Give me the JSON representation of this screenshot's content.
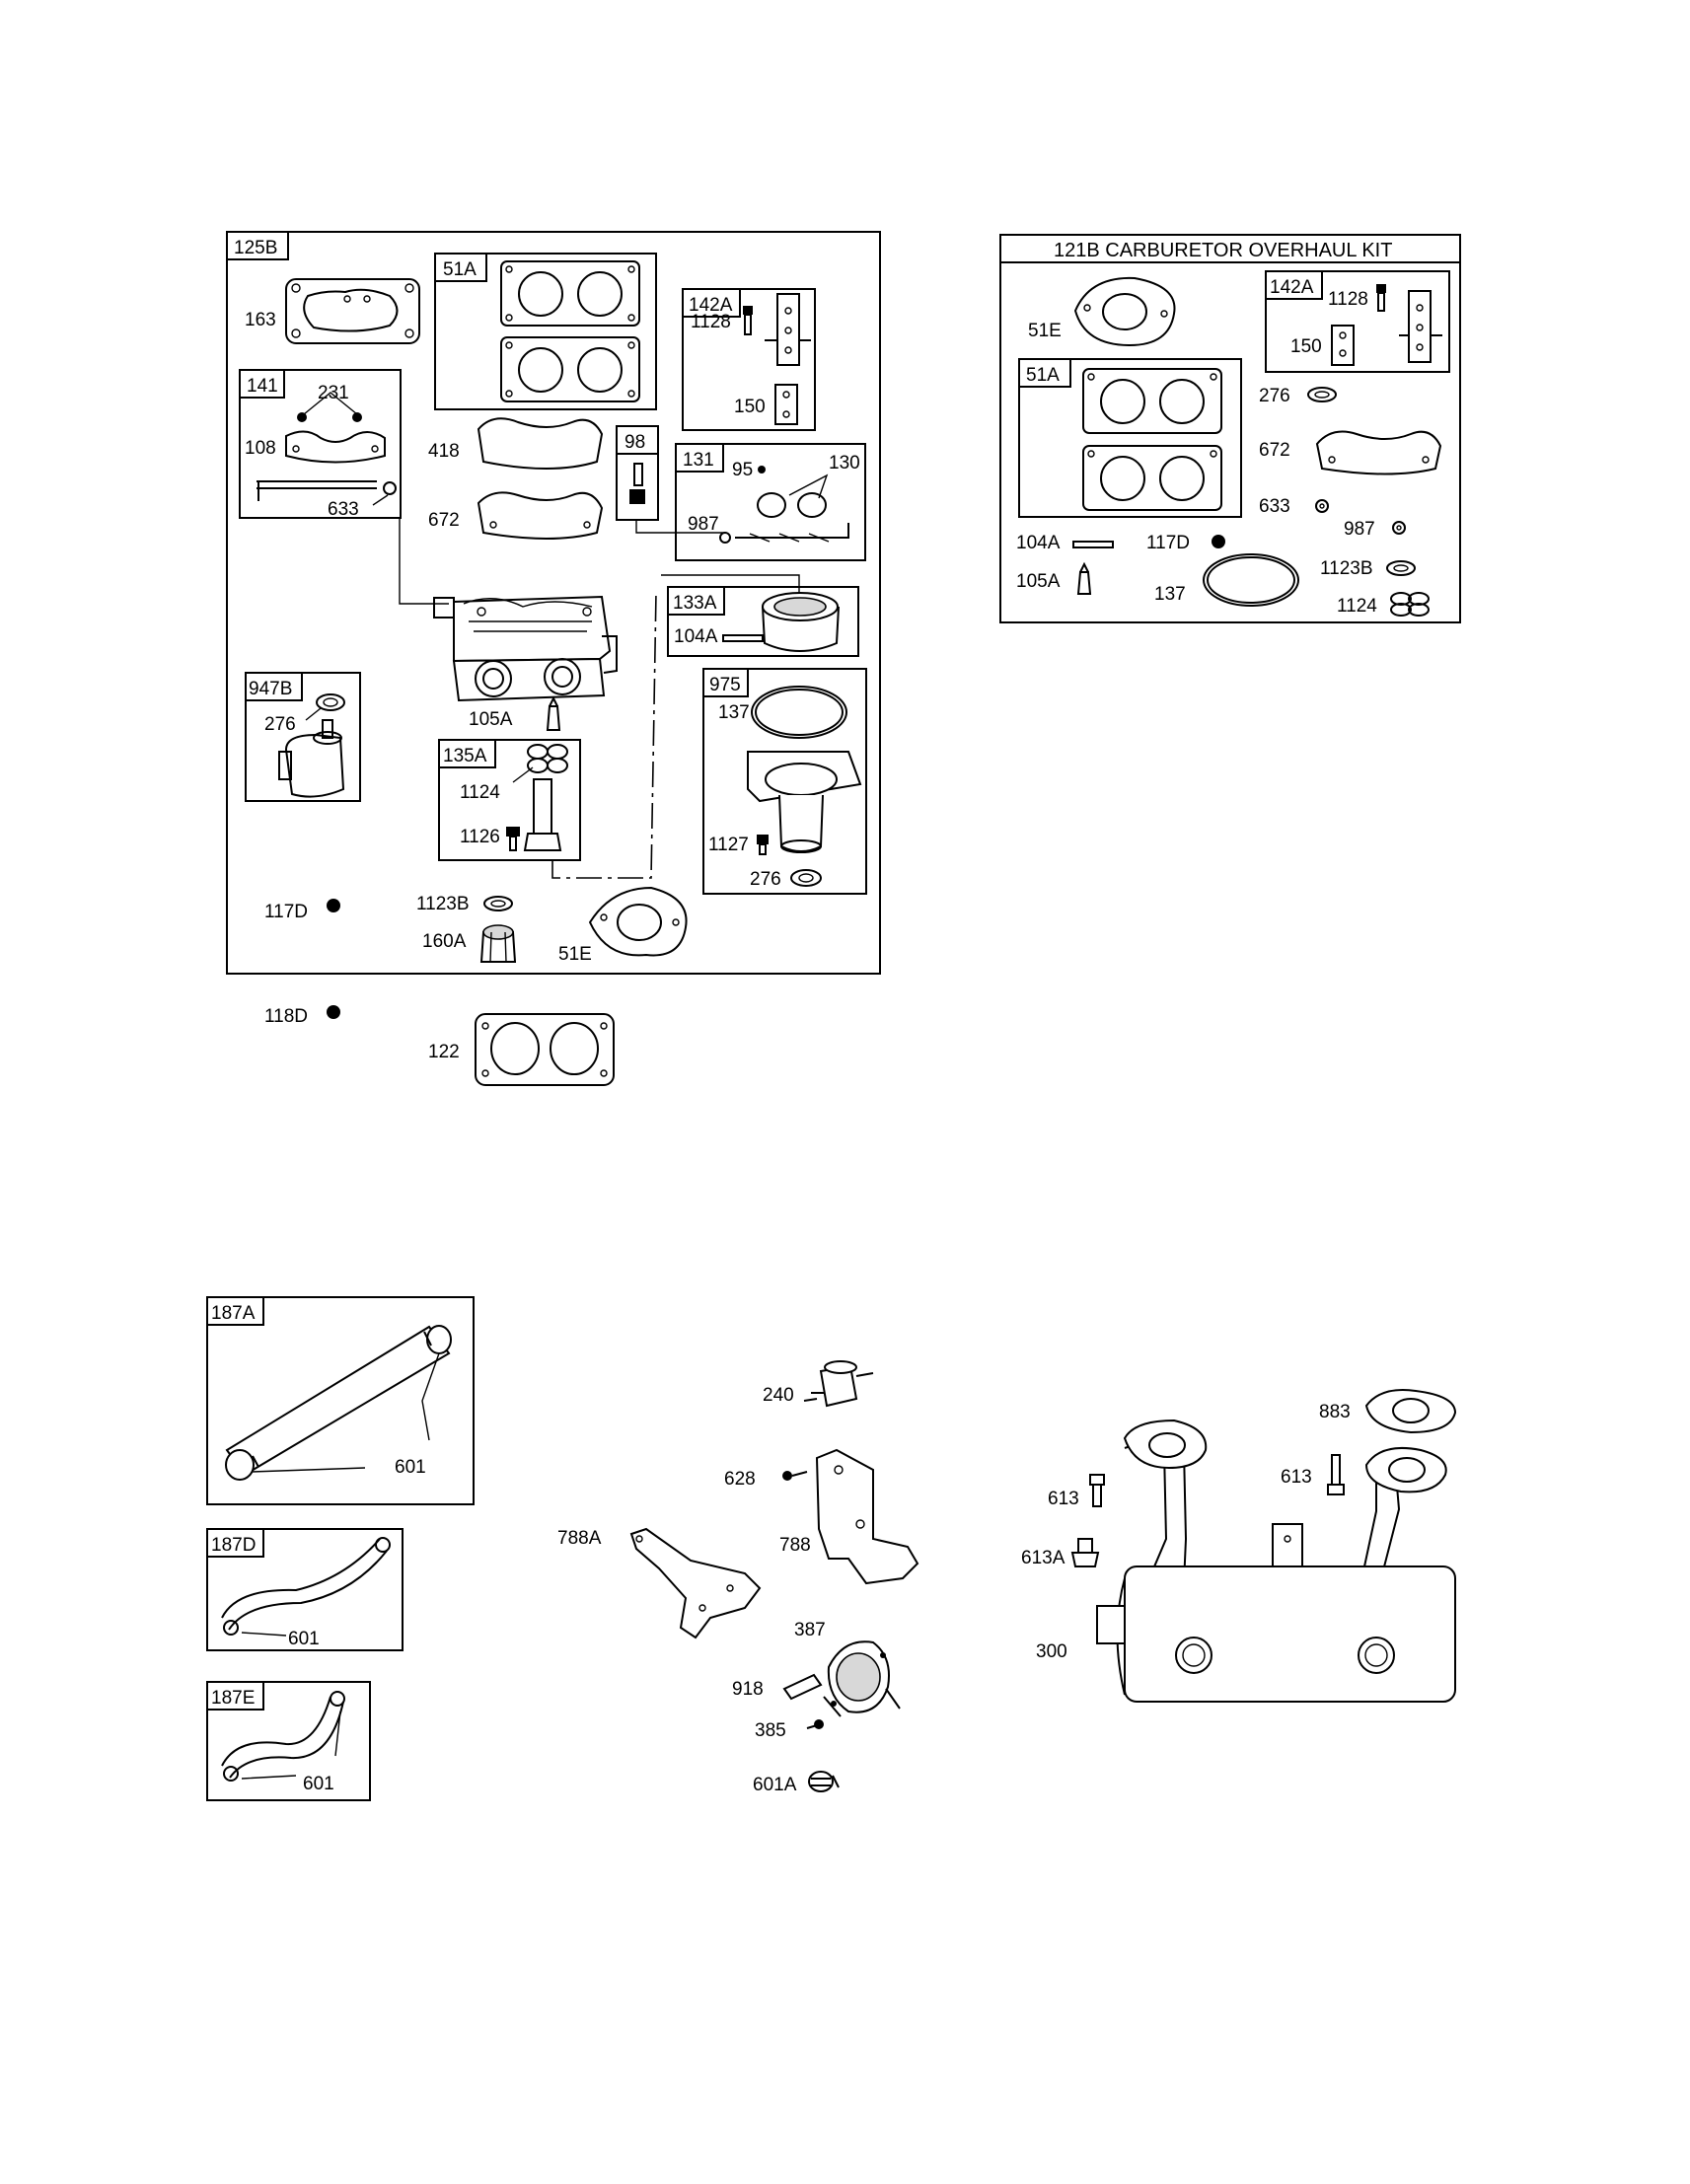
{
  "groups": {
    "g125B": "125B",
    "g51A": "51A",
    "g142A": "142A",
    "g141": "141",
    "g98": "98",
    "g131": "131",
    "g133A": "133A",
    "g947B": "947B",
    "g135A": "135A",
    "g975": "975",
    "kit_title": "121B CARBURETOR OVERHAUL KIT",
    "k51A": "51A",
    "k142A": "142A",
    "g187A": "187A",
    "g187D": "187D",
    "g187E": "187E"
  },
  "parts": {
    "p163": "163",
    "p1128": "1128",
    "p150": "150",
    "p231": "231",
    "p108": "108",
    "p633": "633",
    "p418": "418",
    "p672": "672",
    "p95": "95",
    "p130": "130",
    "p987": "987",
    "p104A": "104A",
    "p276a": "276",
    "p105A": "105A",
    "p137": "137",
    "p1124": "1124",
    "p1126": "1126",
    "p1127": "1127",
    "p276b": "276",
    "p117D": "117D",
    "p1123B": "1123B",
    "p160A": "160A",
    "p51E": "51E",
    "p118D": "118D",
    "p122": "122",
    "k51E": "51E",
    "k1128": "1128",
    "k150": "150",
    "k276": "276",
    "k672": "672",
    "k633": "633",
    "k987": "987",
    "k104A": "104A",
    "k117D": "117D",
    "k105A": "105A",
    "k137": "137",
    "k1123B": "1123B",
    "k1124": "1124",
    "p601a": "601",
    "p601b": "601",
    "p601c": "601",
    "p240": "240",
    "p628": "628",
    "p788A": "788A",
    "p788": "788",
    "p387": "387",
    "p918": "918",
    "p385": "385",
    "p601A": "601A",
    "p883": "883",
    "p613a": "613",
    "p613b": "613",
    "p613A": "613A",
    "p300": "300"
  }
}
